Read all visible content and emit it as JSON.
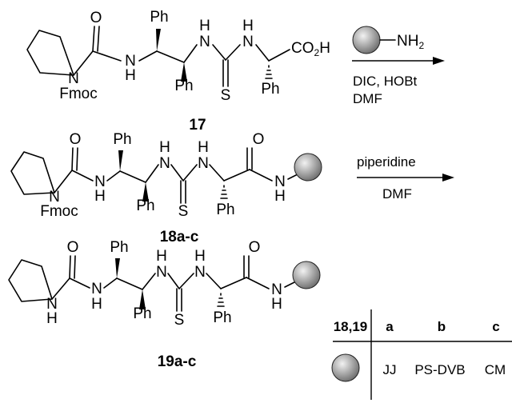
{
  "atoms": {
    "O": "O",
    "N": "N",
    "H": "H",
    "S": "S",
    "Ph": "Ph",
    "Fmoc": "Fmoc",
    "co2h": "CO",
    "co2h_sub": "2",
    "co2h_end": "H",
    "nh2": "NH",
    "nh2_sub": "2"
  },
  "reaction1": {
    "conditions_line1": "DIC, HOBt",
    "conditions_line2": "DMF"
  },
  "reaction2": {
    "reagent": "piperidine",
    "solvent": "DMF"
  },
  "compounds": {
    "c17": "17",
    "c18": "18a-c",
    "c19": "19a-c"
  },
  "resin_table": {
    "header_label": "18,19",
    "columns": [
      "a",
      "b",
      "c"
    ],
    "values": [
      "JJ",
      "PS-DVB",
      "CM"
    ]
  },
  "colors": {
    "ink": "#000000",
    "bead_light": "#f2f2f2",
    "bead_dark": "#6a6a6a"
  }
}
